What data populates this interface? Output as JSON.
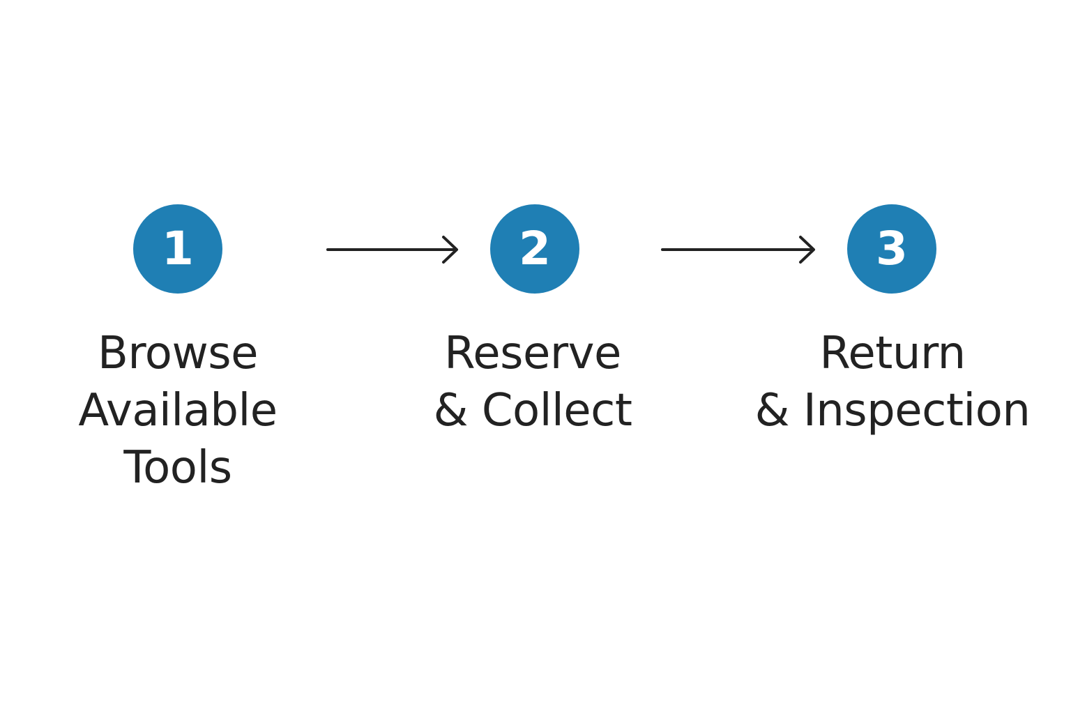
{
  "colors": {
    "circle": "#1f7fb4",
    "arrow": "#222222",
    "text": "#222222"
  },
  "steps": [
    {
      "number": "1",
      "label_lines": [
        "Browse",
        "Available",
        "Tools"
      ]
    },
    {
      "number": "2",
      "label_lines": [
        "Reserve",
        "& Collect"
      ]
    },
    {
      "number": "3",
      "label_lines": [
        "Return",
        "& Inspection"
      ]
    }
  ],
  "arrows": [
    {
      "icon": "arrow-right-icon"
    },
    {
      "icon": "arrow-right-icon"
    }
  ]
}
